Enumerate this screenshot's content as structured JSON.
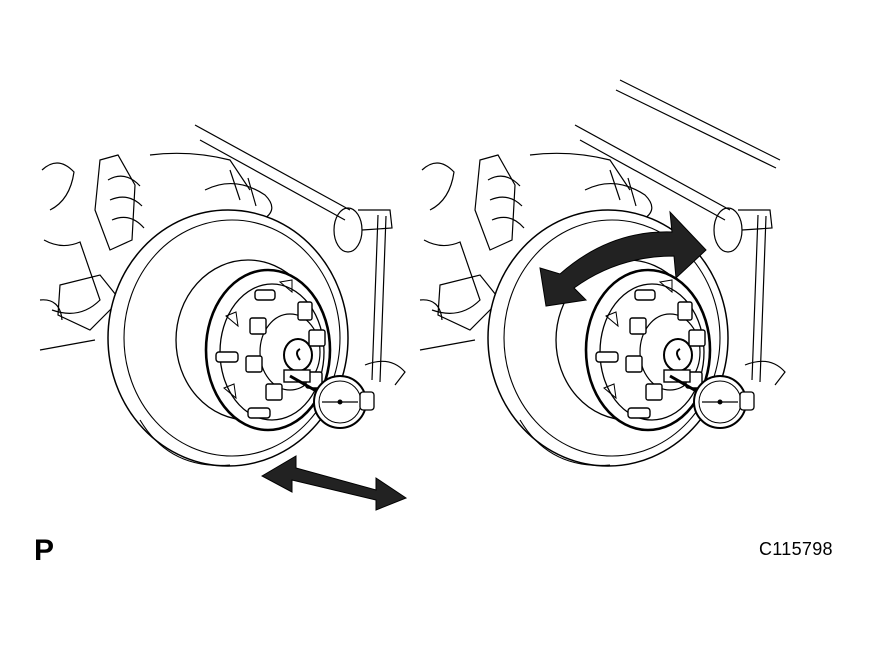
{
  "labels": {
    "figure_letter": "P",
    "figure_code": "C115798"
  },
  "views": [
    {
      "id": "left",
      "motion": "axial-push-pull",
      "arrow_type": "double-headed-straight"
    },
    {
      "id": "right",
      "motion": "rotation",
      "arrow_type": "double-headed-curved"
    }
  ],
  "colors": {
    "line": "#000000",
    "background": "#ffffff",
    "arrow": "#222222"
  }
}
